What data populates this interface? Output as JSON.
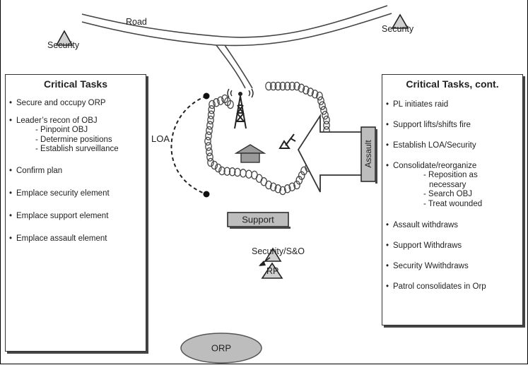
{
  "road_label": "Road",
  "security_labels": {
    "top_left": "Security",
    "top_right": "Security",
    "bottom": "Security/S&O"
  },
  "loa_label": "LOA",
  "assault_label": "Assault",
  "support_label": "Support",
  "rp_label": "RP",
  "orp_label": "ORP",
  "left_panel": {
    "title": "Critical Tasks",
    "tasks": [
      {
        "text": "Secure and occupy ORP",
        "subtasks": []
      },
      {
        "text": "Leader’s recon of OBJ",
        "subtasks": [
          "- Pinpoint OBJ",
          "- Determine positions",
          "- Establish surveillance"
        ]
      },
      {
        "text": "Confirm plan",
        "subtasks": []
      },
      {
        "text": "Emplace security element",
        "subtasks": []
      },
      {
        "text": "Emplace support element",
        "subtasks": []
      },
      {
        "text": "Emplace assault element",
        "subtasks": []
      }
    ]
  },
  "right_panel": {
    "title": "Critical Tasks, cont.",
    "tasks": [
      {
        "text": "PL initiates raid",
        "subtasks": []
      },
      {
        "text": "Support lifts/shifts fire",
        "subtasks": []
      },
      {
        "text": "Establish LOA/Security",
        "subtasks": []
      },
      {
        "text": "Consolidate/reorganize",
        "subtasks": [
          "- Reposition as necessary",
          "- Search OBJ",
          "- Treat wounded"
        ]
      },
      {
        "text": "Assault withdraws",
        "subtasks": []
      },
      {
        "text": "Support Withdraws",
        "subtasks": []
      },
      {
        "text": "Security Wwithdraws",
        "subtasks": []
      },
      {
        "text": "Patrol consolidates in Orp",
        "subtasks": []
      }
    ]
  },
  "colors": {
    "element_fill": "#bdbdbd",
    "outline": "#333333"
  },
  "icons": [
    "radio-tower-icon",
    "mortar-icon",
    "building-icon",
    "security-triangle-icon"
  ]
}
